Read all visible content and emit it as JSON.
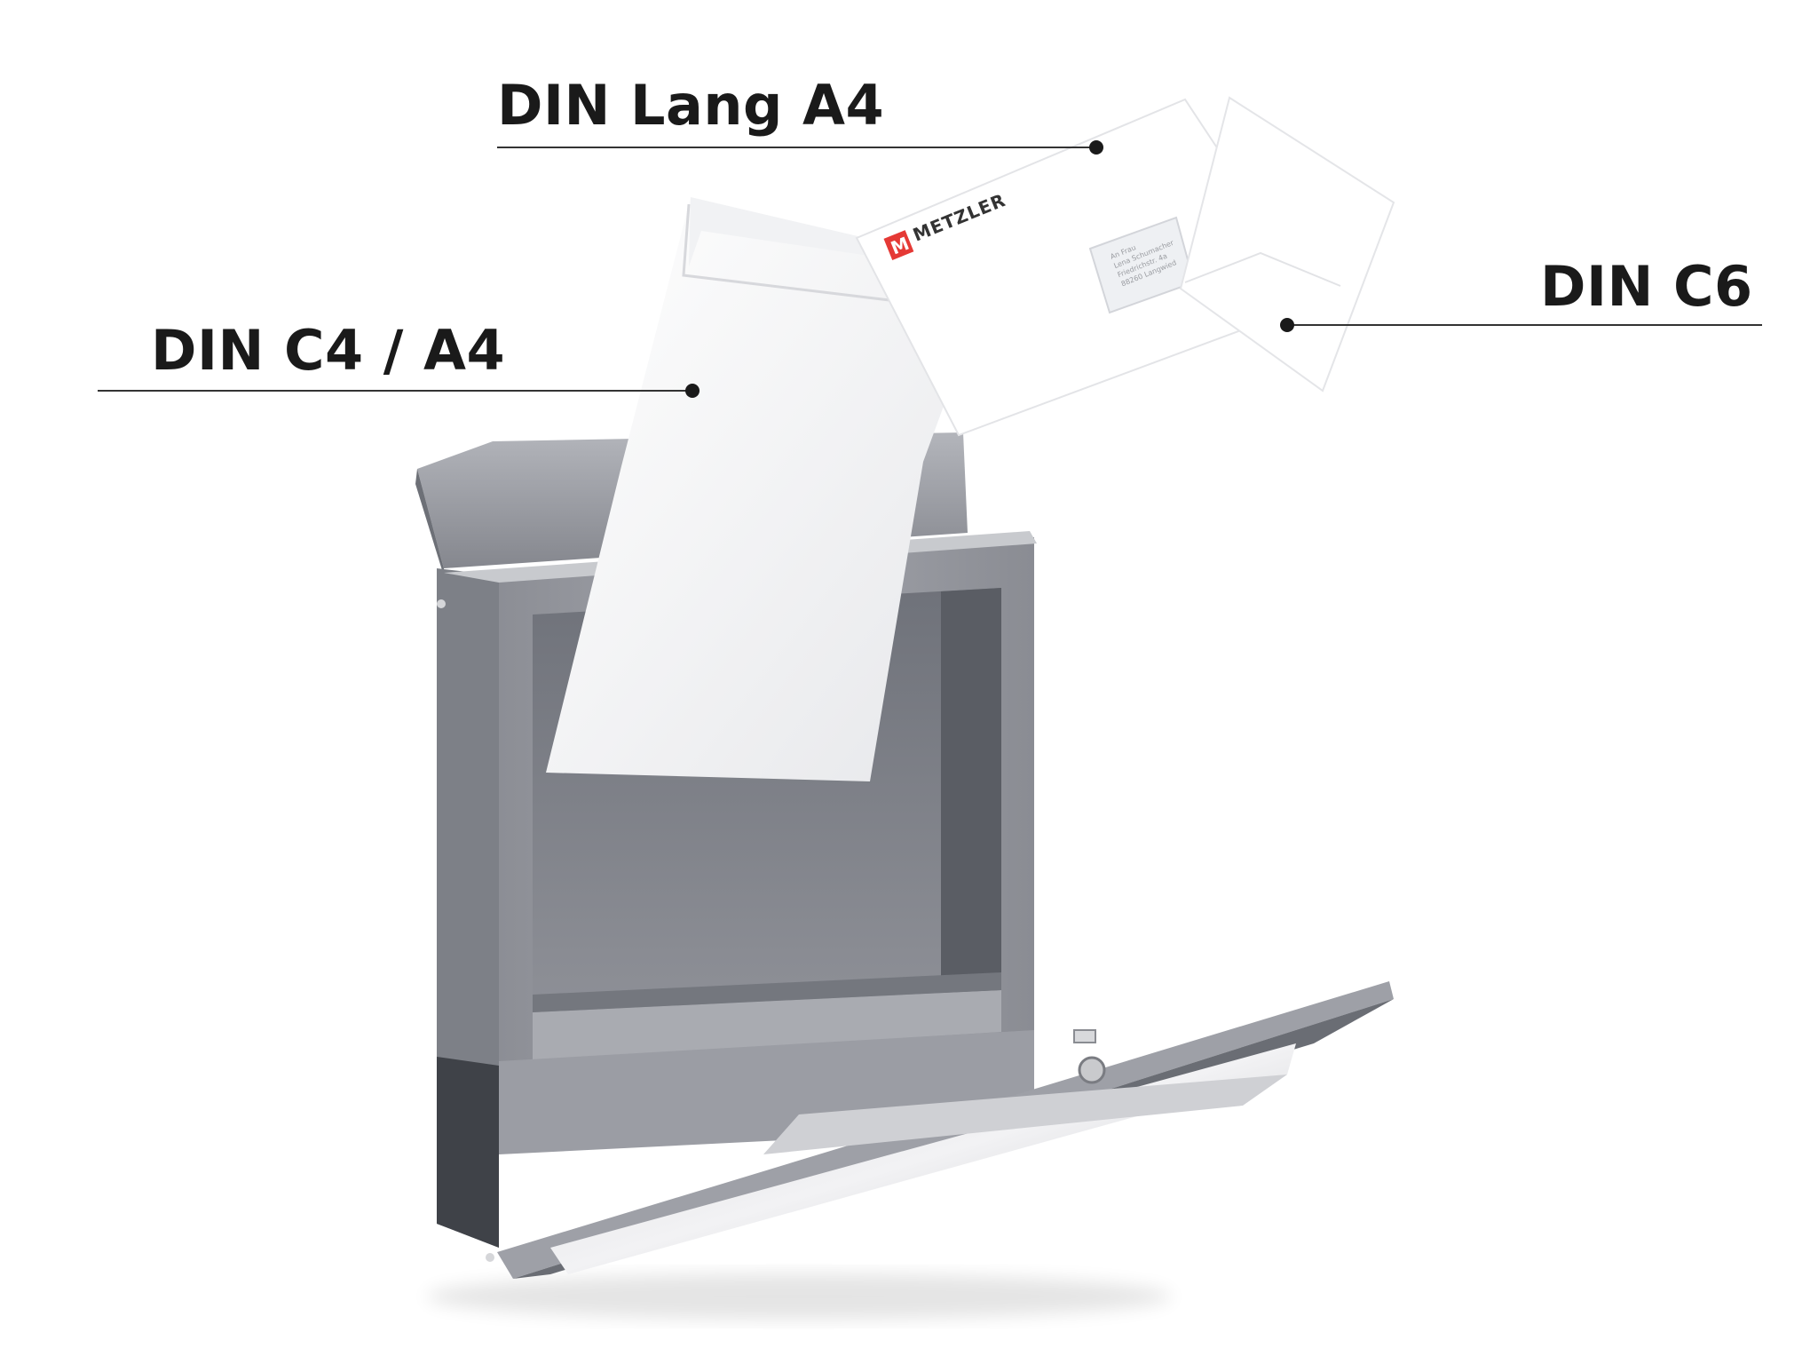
{
  "callouts": {
    "din_lang": "DIN Lang A4",
    "din_c4": "DIN C4 / A4",
    "din_c6": "DIN C6"
  },
  "envelope_brand": "METZLER",
  "envelope_address": [
    "An Frau",
    "Lena Schumacher",
    "Friedrichstr. 4a",
    "88260 Langwied"
  ],
  "colors": {
    "label_text": "#1a1a1a",
    "mailbox_body": "#9a9ca3",
    "mailbox_dark": "#55585f",
    "envelope": "#ffffff",
    "brand_red": "#e53935"
  },
  "icons": [
    "metzler-logo-icon"
  ]
}
